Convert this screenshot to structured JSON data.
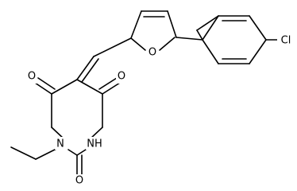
{
  "molecule": {
    "atoms": {
      "O_furan": "O",
      "Cl": "Cl",
      "O_top_left": "O",
      "O_top_right": "O",
      "N1": "N",
      "NH": "NH",
      "O_bottom": "O"
    }
  }
}
